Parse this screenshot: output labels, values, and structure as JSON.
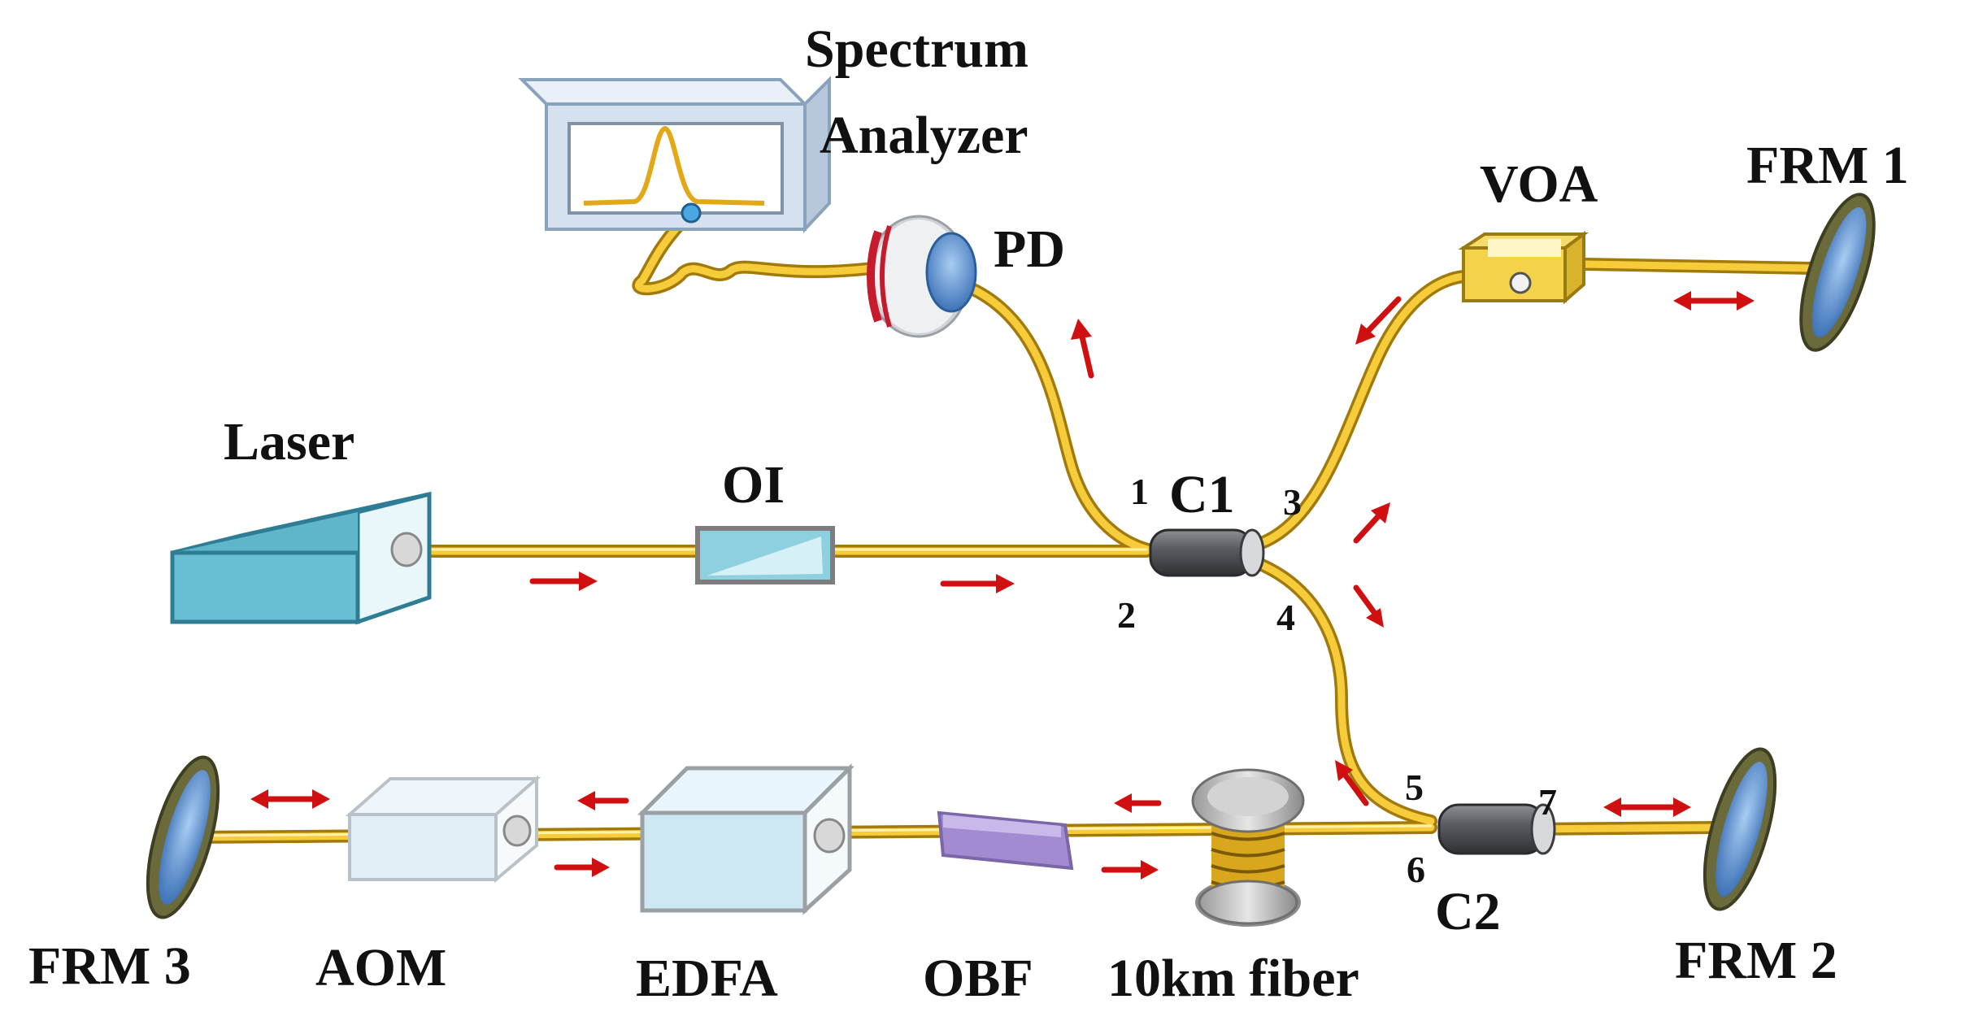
{
  "labels": {
    "spectrum_line1": "Spectrum",
    "spectrum_line2": "Analyzer",
    "pd": "PD",
    "voa": "VOA",
    "frm1": "FRM 1",
    "laser": "Laser",
    "oi": "OI",
    "c1": "C1",
    "port1": "1",
    "port2": "2",
    "port3": "3",
    "port4": "4",
    "port5": "5",
    "port6": "6",
    "port7": "7",
    "c2": "C2",
    "frm2": "FRM 2",
    "frm3": "FRM 3",
    "aom": "AOM",
    "edfa": "EDFA",
    "obf": "OBF",
    "fiber_spool": "10km fiber"
  },
  "colors": {
    "fiber": "#e8b423",
    "fiber_highlight": "#ffe37a",
    "arrow": "#d01010",
    "box_cyan": "#6cc4d8",
    "box_light": "#d8eef7",
    "coupler": "#55585c",
    "mirror_frame": "#6b6a3a",
    "mirror_glass": "#6f9fd6"
  }
}
